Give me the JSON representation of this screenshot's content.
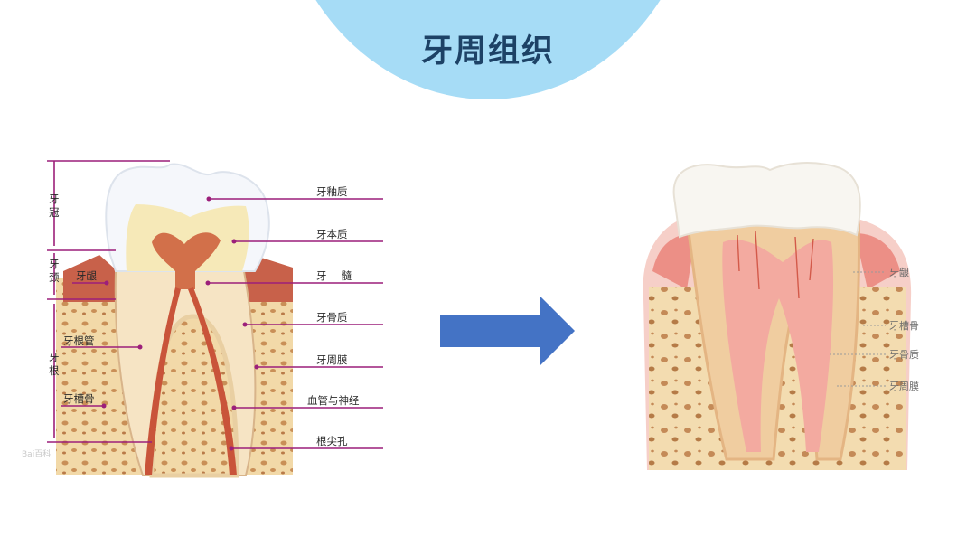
{
  "title": "牙周组织",
  "left_diagram": {
    "section_labels": [
      "牙冠",
      "牙颈",
      "牙根"
    ],
    "left_labels": [
      "牙龈",
      "牙根管",
      "牙槽骨"
    ],
    "right_labels": [
      "牙釉质",
      "牙本质",
      "牙髓",
      "牙骨质",
      "牙周膜",
      "血管与神经",
      "根尖孔"
    ],
    "watermark": "Bai百科"
  },
  "arrow": {
    "color": "#4473c5"
  },
  "right_diagram": {
    "labels": [
      "牙龈",
      "牙槽骨",
      "牙骨质",
      "牙周膜"
    ]
  },
  "colors": {
    "banner": "#a6dcf6",
    "title": "#1d4266",
    "leader_line": "#9c1f7a"
  }
}
